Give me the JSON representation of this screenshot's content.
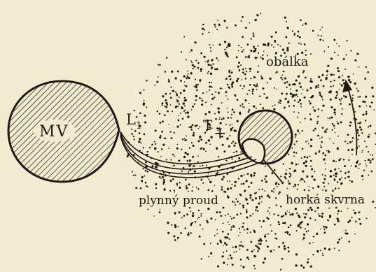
{
  "labels": {
    "donor_star": "MV",
    "lagrange_point": "L",
    "lagrange_subscript": "1",
    "center_of_mass": "T",
    "center_mark": "+",
    "envelope": "obálka",
    "gas_stream": "plynný proud",
    "hot_spot": "horká skvrna"
  },
  "colors": {
    "paper": "#f1ecd0",
    "ink": "#1e1a15"
  }
}
